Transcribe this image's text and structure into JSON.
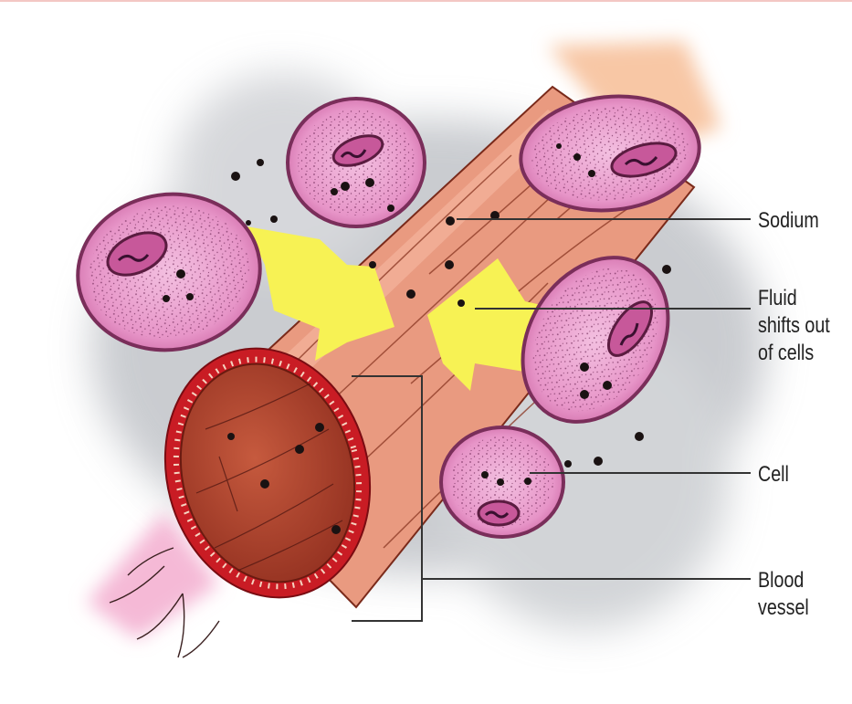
{
  "labels": {
    "sodium": "Sodium",
    "fluid": "Fluid shifts out of cells",
    "cell": "Cell",
    "vessel": "Blood vessel"
  },
  "colors": {
    "vessel_body": "#e99a80",
    "vessel_cross_section": "#b0412a",
    "vessel_wall": "#c91c24",
    "cell_fill": "#e58fc2",
    "cell_membrane": "#7a2e5a",
    "arrow": "#f7f254",
    "sodium_dot": "#1a1212",
    "leader_line": "#333333"
  }
}
